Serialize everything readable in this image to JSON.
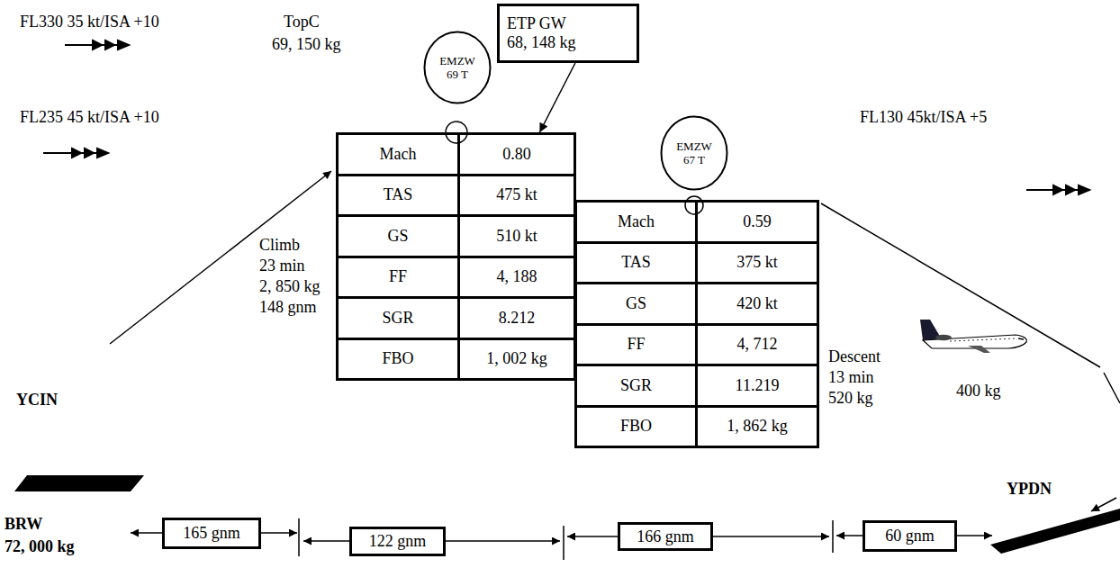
{
  "diagram": {
    "nodes": [
      {
        "text": [
          "EMZW 69 T"
        ]
      },
      {
        "text": [
          "ETP GW",
          "68, 148 kg"
        ]
      },
      {
        "text": [
          "Mach",
          "0.80",
          "TAS",
          "475 kt",
          "GS",
          "510 kt",
          "FF",
          "4, 188",
          "SGR",
          "8.212",
          "FBO",
          "1, 002 kg"
        ]
      },
      {
        "text": [
          "EMZW 67 T"
        ]
      },
      {
        "text": [
          "Mach",
          "0.59",
          "TAS",
          "375 kt",
          "GS",
          "420 kt",
          "FF",
          "4, 712",
          "SGR",
          "11.219",
          "FBO",
          "1, 862 kg"
        ]
      },
      {
        "text": [
          "165 gnm"
        ]
      },
      {
        "text": [
          "122 gnm"
        ]
      },
      {
        "text": [
          "166 gnm"
        ]
      },
      {
        "text": [
          "60 gnm"
        ]
      }
    ],
    "edges": [
      {
        "from": 1,
        "to": 2,
        "arrow": "to"
      }
    ],
    "labels": [
      "FL330 35 kt/ISA +10",
      "TopC",
      "69, 150 kg",
      "FL235 45 kt/ISA +10",
      "FL130 45kt/ISA +5",
      "Climb",
      "23 min",
      "2, 850 kg",
      "148 gnm",
      "Descent",
      "13 min",
      "520 kg",
      "400 kg",
      "YCIN",
      "YPDN",
      "BRW",
      "72, 000 kg"
    ]
  }
}
